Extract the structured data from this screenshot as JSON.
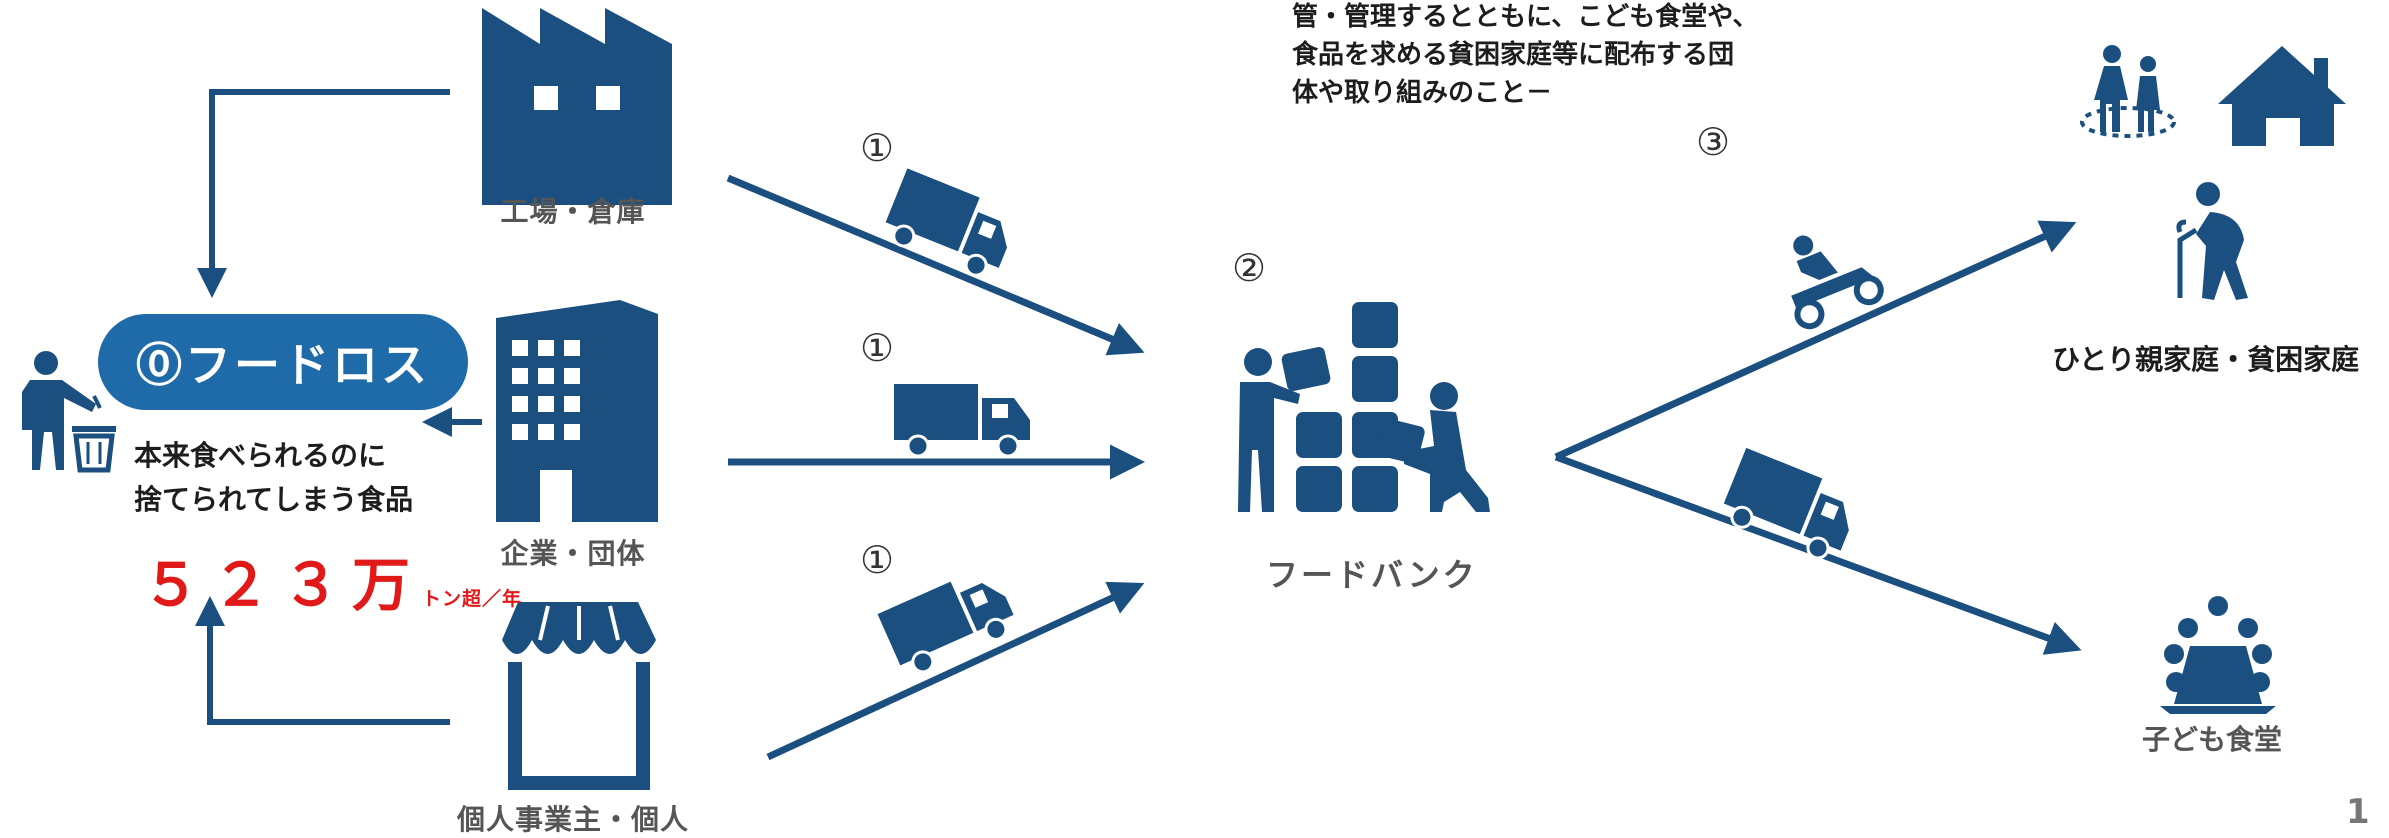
{
  "intro_note": {
    "line1": "管・管理するとともに、こども食堂や、",
    "line2": "食品を求める貧困家庭等に配布する団",
    "line3": "体や取り組みのこと－"
  },
  "sources": {
    "factory": "工場・倉庫",
    "company": "企業・団体",
    "individual": "個人事業主・個人"
  },
  "food_loss": {
    "title": "⓪フードロス",
    "desc_line1": "本来食べられるのに",
    "desc_line2": "捨てられてしまう食品",
    "amount": "５２３万",
    "unit": "トン超／年"
  },
  "steps": {
    "step1": "①",
    "step2": "②",
    "step3": "③"
  },
  "hub": {
    "label": "フードバンク"
  },
  "destinations": {
    "household": "ひとり親家庭・貧困家庭",
    "kids_cafeteria": "子ども食堂"
  },
  "page_number": "1",
  "colors": {
    "icon_blue": "#1a4f7f",
    "pill_blue": "#1f6aa8",
    "accent_red": "#e11919"
  }
}
